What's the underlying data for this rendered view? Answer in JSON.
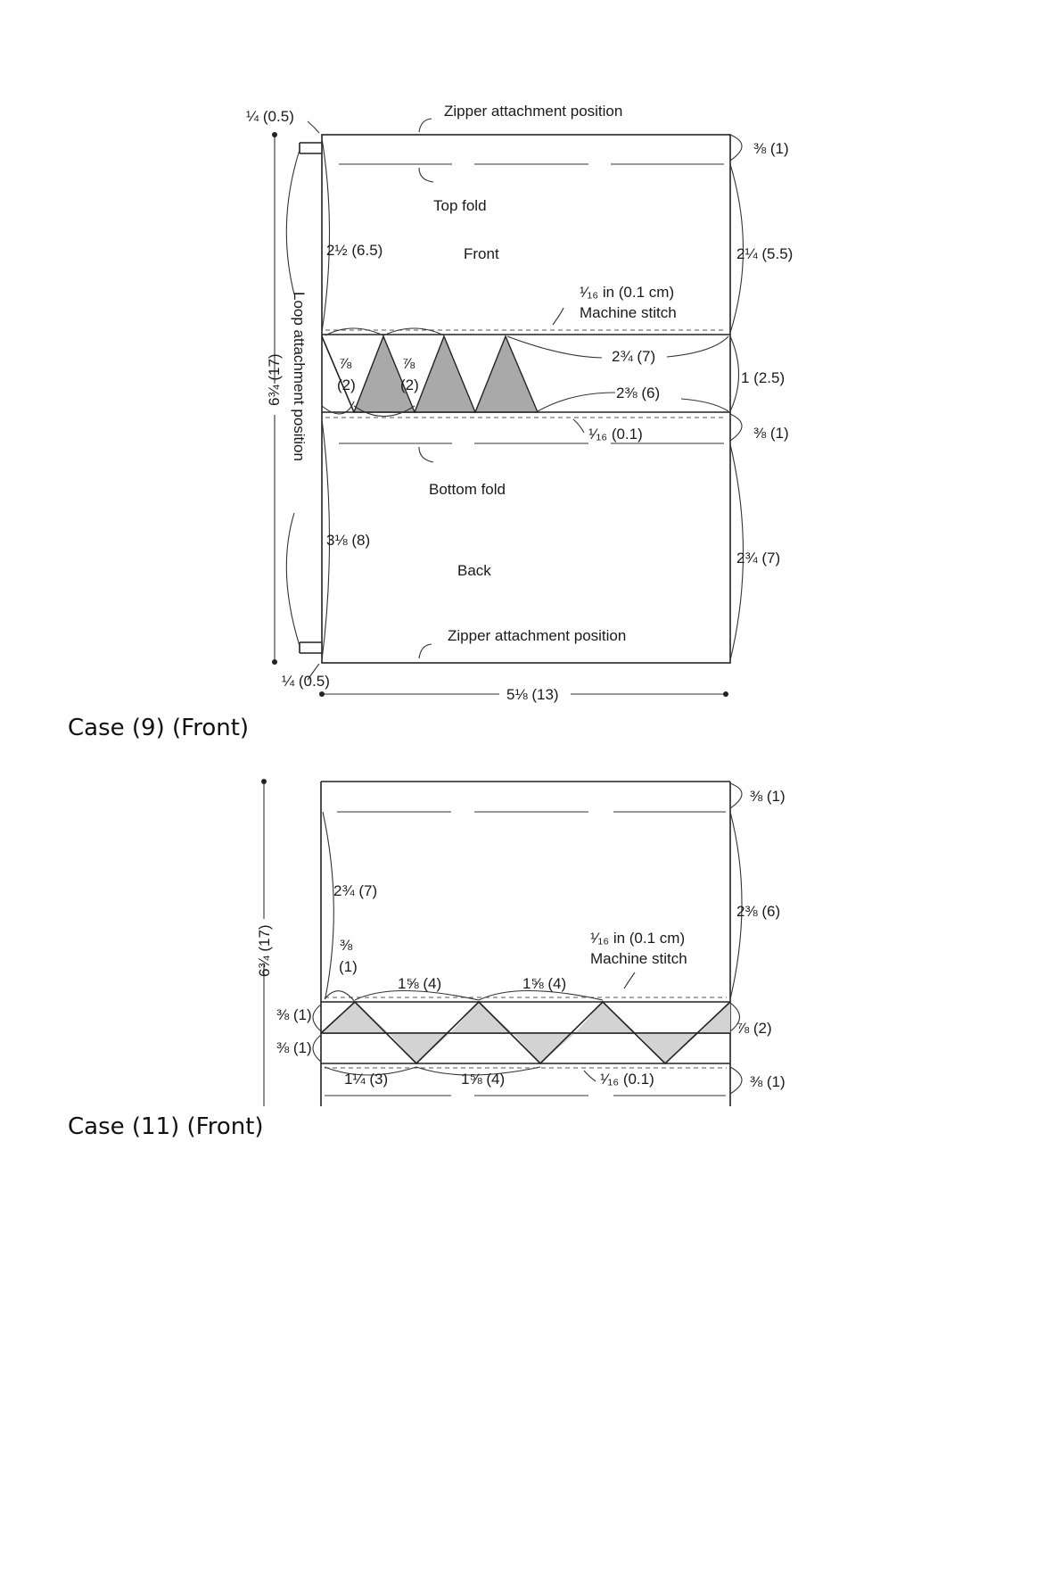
{
  "diagram1": {
    "caption": "Case (9) (Front)",
    "labels": {
      "zipper_top": "Zipper attachment position",
      "zipper_bottom": "Zipper attachment position",
      "top_fold": "Top fold",
      "front": "Front",
      "bottom_fold": "Bottom fold",
      "back": "Back",
      "stitch_line1": "¹⁄₁₆ in (0.1 cm)",
      "stitch_line2": "Machine stitch",
      "loop": "Loop attachment position",
      "height": "6¾ (17)",
      "width": "5⅛ (13)",
      "quarter_top": "¼ (0.5)",
      "quarter_bottom": "¼ (0.5)",
      "left_upper": "2½ (6.5)",
      "left_lower": "3⅛ (8)",
      "tri1_top": "⅞",
      "tri1_bot": "(2)",
      "tri2_top": "⅞",
      "tri2_bot": "(2)",
      "strip_a": "2¾ (7)",
      "strip_b": "2⅜ (6)",
      "strip_c": "¹⁄₁₆ (0.1)",
      "right_top": "⅜ (1)",
      "right_upper": "2¼ (5.5)",
      "right_strip": "1 (2.5)",
      "right_mid": "⅜ (1)",
      "right_lower": "2¾ (7)"
    }
  },
  "diagram2": {
    "caption": "Case (11) (Front)",
    "labels": {
      "height": "6¾ (17)",
      "left_upper": "2¾ (7)",
      "left_small_top": "⅜",
      "left_small_bot": "(1)",
      "strip_upper": "⅜ (1)",
      "strip_lower": "⅜ (1)",
      "top_span1": "1⅝ (4)",
      "top_span2": "1⅝ (4)",
      "stitch_line1": "¹⁄₁₆ in (0.1 cm)",
      "stitch_line2": "Machine stitch",
      "bot_span1": "1¼ (3)",
      "bot_span2": "1⅝ (4)",
      "bot_span3": "¹⁄₁₆ (0.1)",
      "right_top": "⅜ (1)",
      "right_upper": "2⅜ (6)",
      "right_strip": "⅞ (2)",
      "right_bottom": "⅜ (1)"
    }
  }
}
